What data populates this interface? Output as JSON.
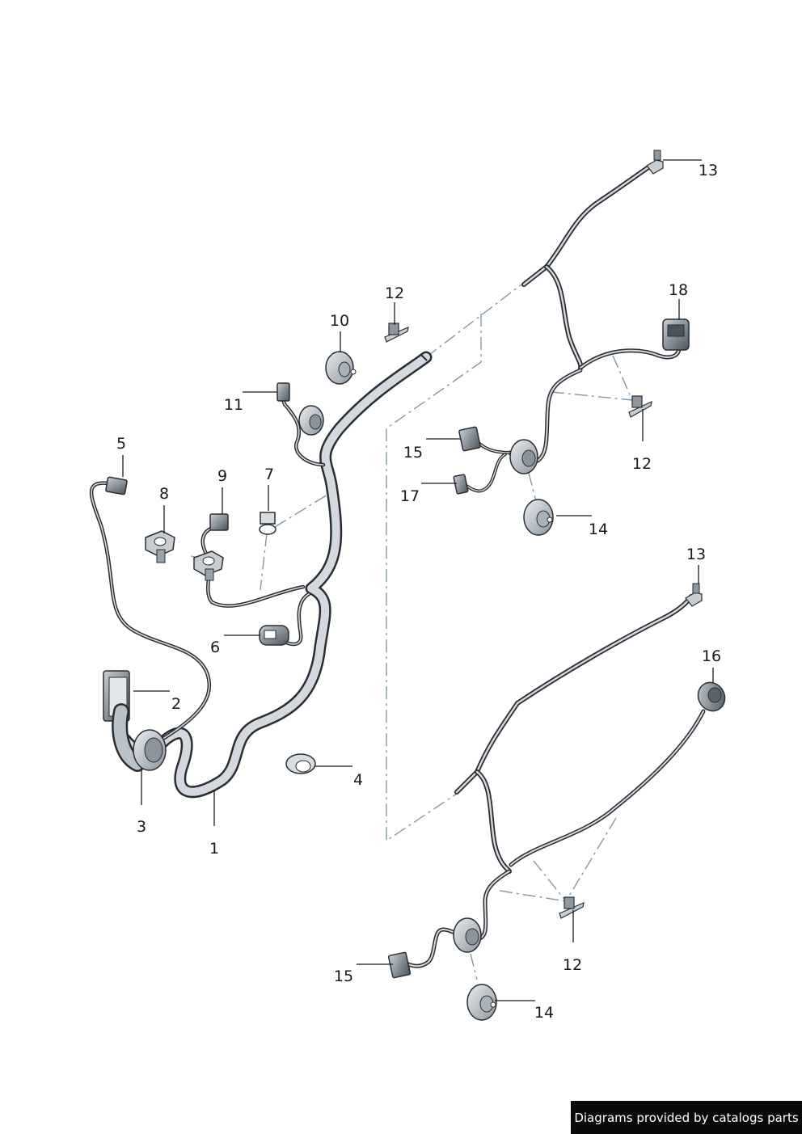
{
  "diagram": {
    "callouts": [
      {
        "id": "1",
        "label": "1"
      },
      {
        "id": "2",
        "label": "2"
      },
      {
        "id": "3",
        "label": "3"
      },
      {
        "id": "4",
        "label": "4"
      },
      {
        "id": "5",
        "label": "5"
      },
      {
        "id": "6",
        "label": "6"
      },
      {
        "id": "7",
        "label": "7"
      },
      {
        "id": "8",
        "label": "8"
      },
      {
        "id": "9",
        "label": "9"
      },
      {
        "id": "10",
        "label": "10"
      },
      {
        "id": "11",
        "label": "11"
      },
      {
        "id": "12a",
        "label": "12"
      },
      {
        "id": "12b",
        "label": "12"
      },
      {
        "id": "12c",
        "label": "12"
      },
      {
        "id": "13a",
        "label": "13"
      },
      {
        "id": "13b",
        "label": "13"
      },
      {
        "id": "14a",
        "label": "14"
      },
      {
        "id": "14b",
        "label": "14"
      },
      {
        "id": "15a",
        "label": "15"
      },
      {
        "id": "15b",
        "label": "15"
      },
      {
        "id": "16",
        "label": "16"
      },
      {
        "id": "17",
        "label": "17"
      },
      {
        "id": "18",
        "label": "18"
      }
    ]
  },
  "watermark": {
    "text": "Diagrams provided by catalogs parts"
  },
  "colors": {
    "harness_outline": "#2a2e33",
    "harness_fill": "#cfd6dc",
    "phantom_line": "#7f98a8",
    "background": "#ffffff",
    "label_text": "#1a1a1a"
  }
}
